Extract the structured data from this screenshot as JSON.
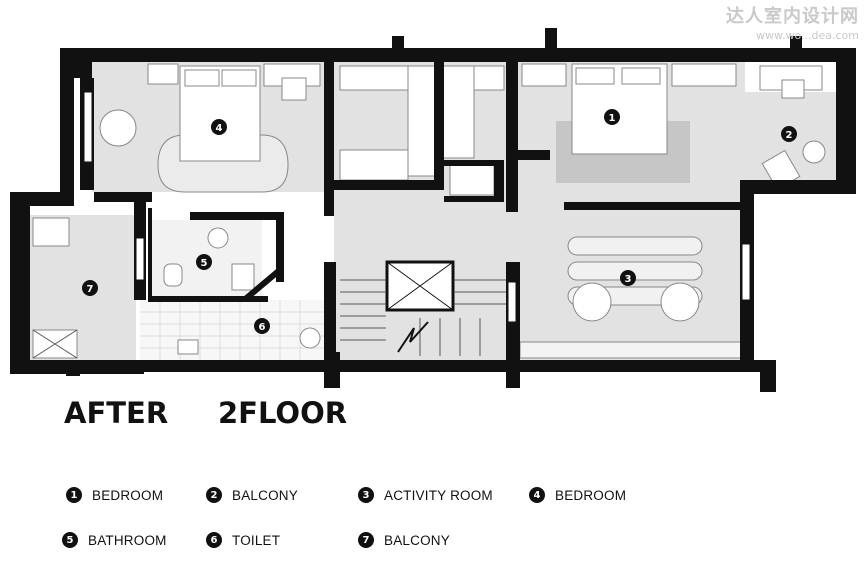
{
  "watermark": {
    "site_name": "达人室内设计网",
    "url": "www.wo...dea.com"
  },
  "titles": {
    "after": "AFTER",
    "floor": "2FLOOR"
  },
  "rooms": [
    {
      "number": "1",
      "label": "BEDROOM"
    },
    {
      "number": "2",
      "label": "BALCONY"
    },
    {
      "number": "3",
      "label": "ACTIVITY ROOM"
    },
    {
      "number": "4",
      "label": "BEDROOM"
    },
    {
      "number": "5",
      "label": "BATHROOM"
    },
    {
      "number": "6",
      "label": "TOILET"
    },
    {
      "number": "7",
      "label": "BALCONY"
    }
  ],
  "colors": {
    "wall": "#111111",
    "floor_fill": "#e2e2e2",
    "rug": "#c6c6c6",
    "badge": "#111111"
  }
}
